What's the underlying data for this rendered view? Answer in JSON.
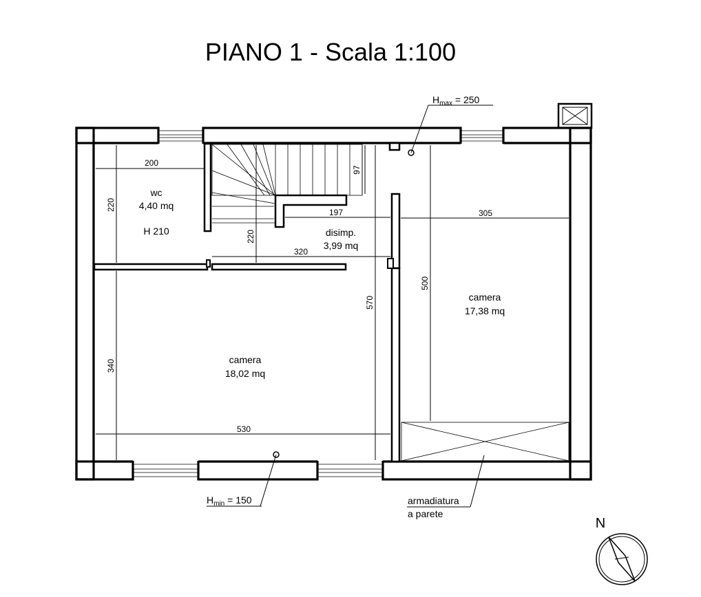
{
  "title": "PIANO 1 -  Scala 1:100",
  "rooms": {
    "wc": {
      "name": "wc",
      "area": "4,40 mq",
      "height": "H 210"
    },
    "disimpegno": {
      "name": "disimp.",
      "area": "3,99 mq"
    },
    "camera_left": {
      "name": "camera",
      "area": "18,02 mq"
    },
    "camera_right": {
      "name": "camera",
      "area": "17,38 mq"
    }
  },
  "dimensions": {
    "wc_width": "200",
    "wc_height": "220",
    "stair_depth": "97",
    "landing_width": "197",
    "hall_height": "220",
    "hall_width": "320",
    "right_width": "305",
    "right_height": "500",
    "center_height": "570",
    "left_height": "340",
    "left_width": "530"
  },
  "annotations": {
    "hmax_h": "H",
    "hmax_sub": "max",
    "hmax_val": " = 250",
    "hmin_h": "H",
    "hmin_sub": "min",
    "hmin_val": " = 150",
    "wardrobe_line1": "armadiatura",
    "wardrobe_line2": "a parete"
  },
  "compass": {
    "label": "N"
  }
}
